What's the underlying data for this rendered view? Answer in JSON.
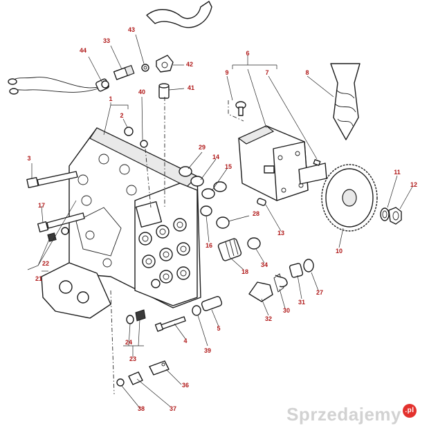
{
  "callouts": {
    "c1": "1",
    "c2": "2",
    "c3": "3",
    "c4": "4",
    "c5": "5",
    "c6": "6",
    "c7": "7",
    "c8": "8",
    "c9": "9",
    "c10": "10",
    "c11": "11",
    "c12": "12",
    "c13": "13",
    "c14": "14",
    "c15": "15",
    "c16": "16",
    "c17": "17",
    "c18": "18",
    "c21": "21",
    "c22": "22",
    "c23": "23",
    "c24": "24",
    "c27": "27",
    "c28": "28",
    "c29": "29",
    "c30": "30",
    "c31": "31",
    "c32": "32",
    "c33": "33",
    "c34": "34",
    "c36": "36",
    "c37": "37",
    "c38": "38",
    "c39": "39",
    "c40": "40",
    "c41": "41",
    "c42": "42",
    "c43": "43",
    "c44": "44"
  },
  "watermark": {
    "text": "Sprzedajemy",
    "badge": ".pl"
  },
  "colors": {
    "callout": "#b01818",
    "line": "#1a1a1a"
  }
}
